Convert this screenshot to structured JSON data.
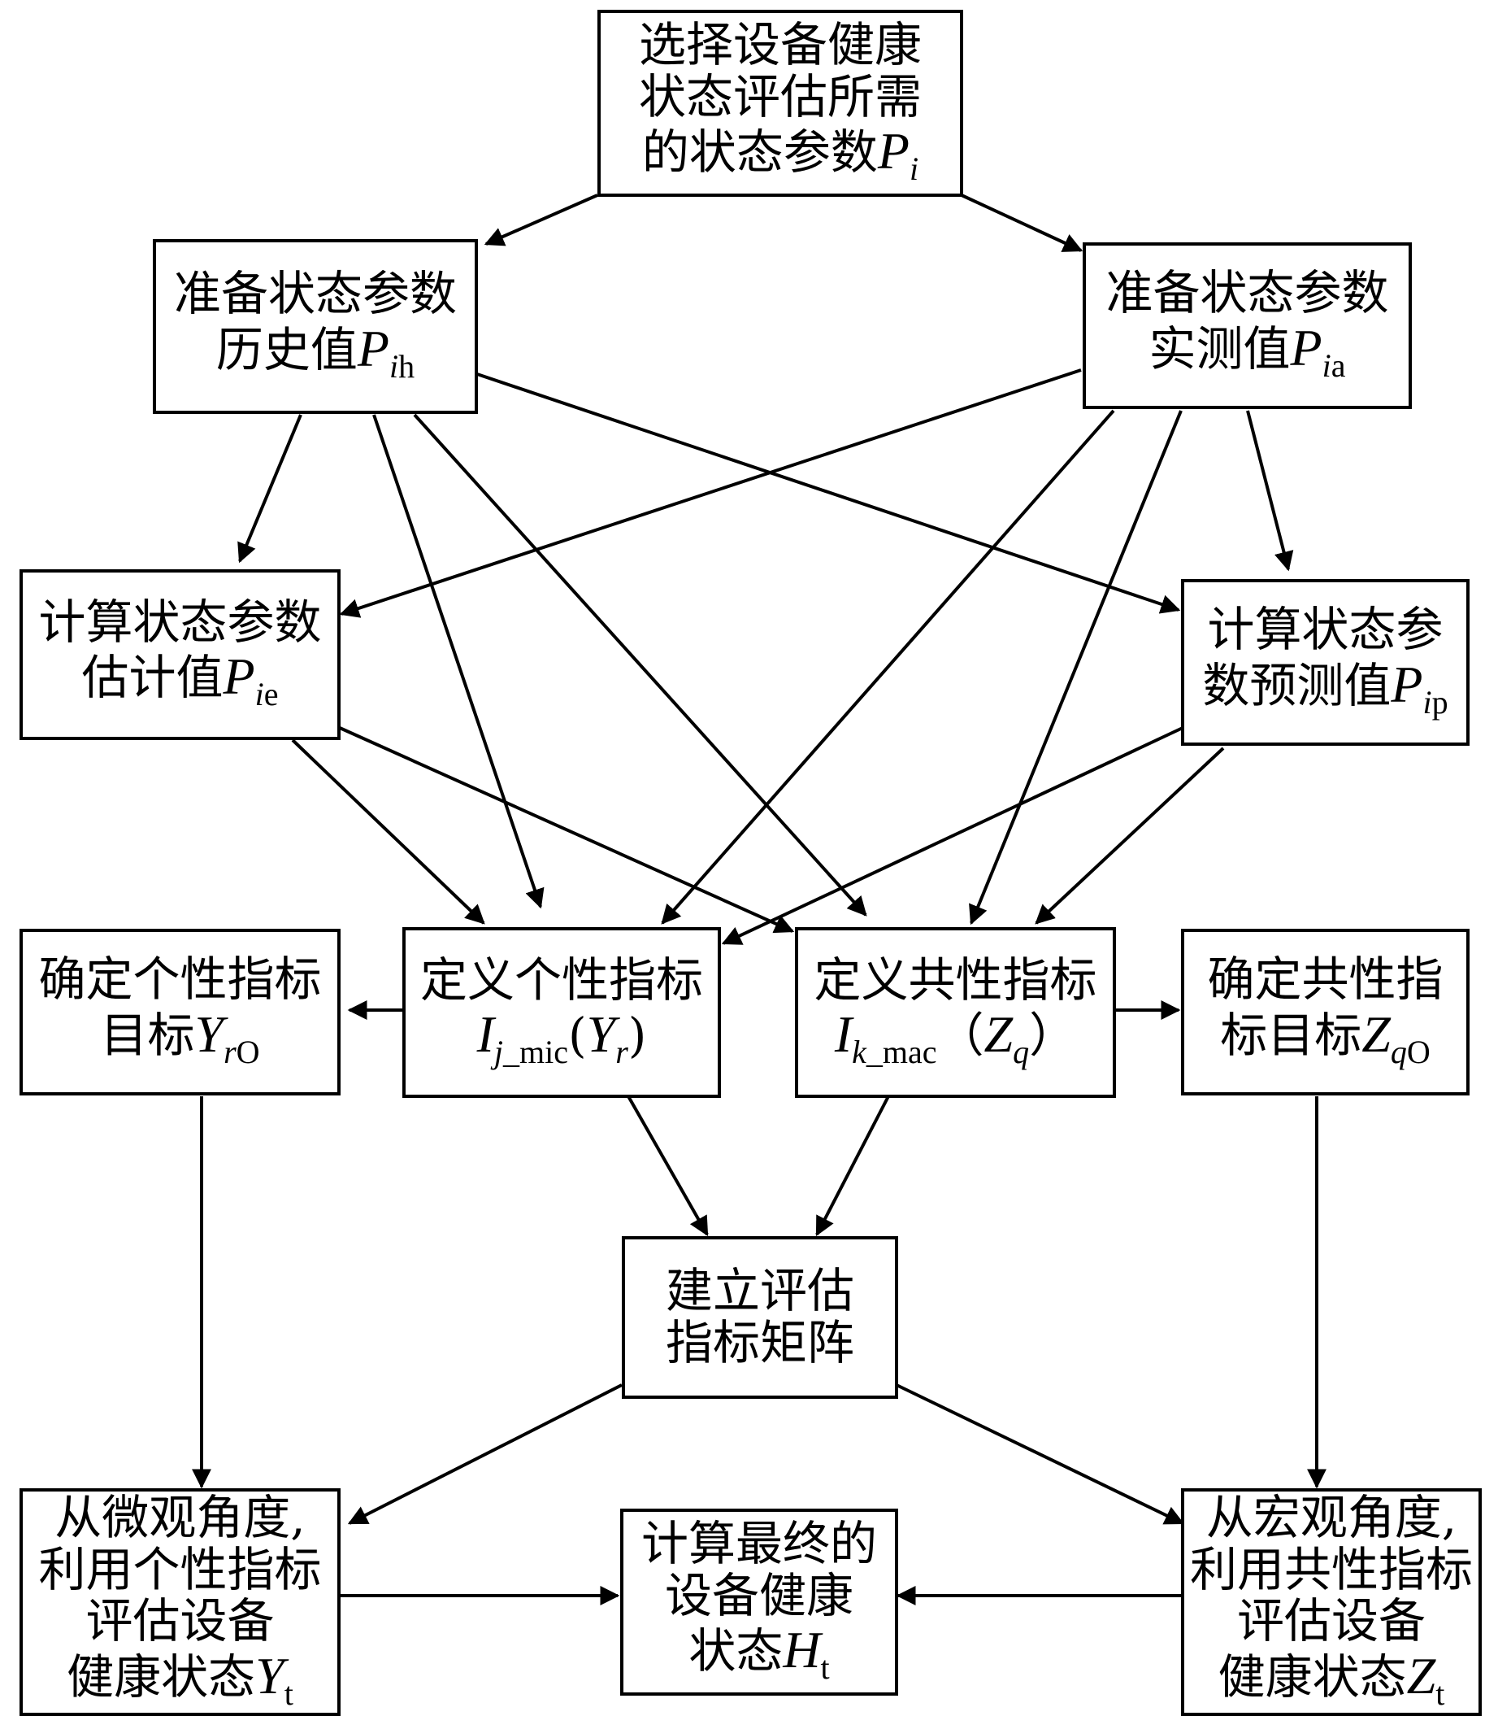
{
  "nodes": {
    "select": {
      "line1": "选择设备健康",
      "line2": "状态评估所需",
      "line3": "的状态参数",
      "var": "P",
      "sub": "i"
    },
    "hist": {
      "line1": "准备状态参数",
      "line2": "历史值",
      "var": "P",
      "sub_i": "i",
      "sub": "h"
    },
    "meas": {
      "line1": "准备状态参数",
      "line2": "实测值",
      "var": "P",
      "sub_i": "i",
      "sub": "a"
    },
    "est": {
      "line1": "计算状态参数",
      "line2": "估计值",
      "var": "P",
      "sub_i": "i",
      "sub": "e"
    },
    "pred": {
      "line1": "计算状态参",
      "line2": "数预测值",
      "var": "P",
      "sub_i": "i",
      "sub": "p"
    },
    "indiv_target": {
      "line1": "确定个性指标",
      "line2": "目标",
      "var": "Y",
      "sub_i": "r",
      "sub": "O"
    },
    "indiv_def": {
      "line1": "定义个性指标",
      "var": "I",
      "sub_i": "j",
      "sub": "_mic",
      "paren_open": "(",
      "var2": "Y",
      "sub2": "r",
      "paren_close": ")"
    },
    "common_def": {
      "line1": "定义共性指标",
      "var": "I",
      "sub_i": "k",
      "sub": "_mac",
      "paren_open": "（",
      "var2": "Z",
      "sub2": "q",
      "paren_close": "）"
    },
    "common_target": {
      "line1": "确定共性指",
      "line2": "标目标",
      "var": "Z",
      "sub_i": "q",
      "sub": "O"
    },
    "matrix": {
      "line1": "建立评估",
      "line2": "指标矩阵"
    },
    "micro": {
      "line1": "从微观角度,",
      "line2": "利用个性指标",
      "line3": "评估设备",
      "line4": "健康状态",
      "var": "Y",
      "sub": "t"
    },
    "final": {
      "line1": "计算最终的",
      "line2": "设备健康",
      "line3": "状态",
      "var": "H",
      "sub": "t"
    },
    "macro": {
      "line1": "从宏观角度,",
      "line2": "利用共性指标",
      "line3": "评估设备",
      "line4": "健康状态",
      "var": "Z",
      "sub": "t"
    }
  }
}
